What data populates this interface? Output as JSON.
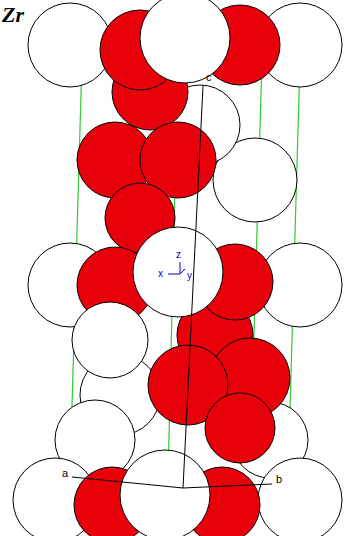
{
  "diagram": {
    "labels": [
      "Zr",
      "c",
      "z",
      "x",
      "y",
      "a",
      "b"
    ]
  }
}
